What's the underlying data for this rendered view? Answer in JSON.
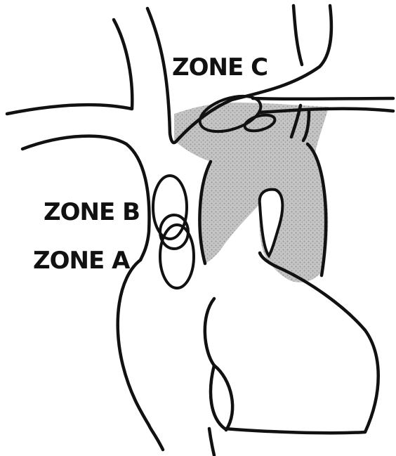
{
  "labels": {
    "zone_c": "ZONE C",
    "zone_b": "ZONE B",
    "zone_a": "ZONE A"
  },
  "colors": {
    "stroke": "#111111",
    "shaded_vessel": "#b8b8b8",
    "background": "#ffffff"
  }
}
